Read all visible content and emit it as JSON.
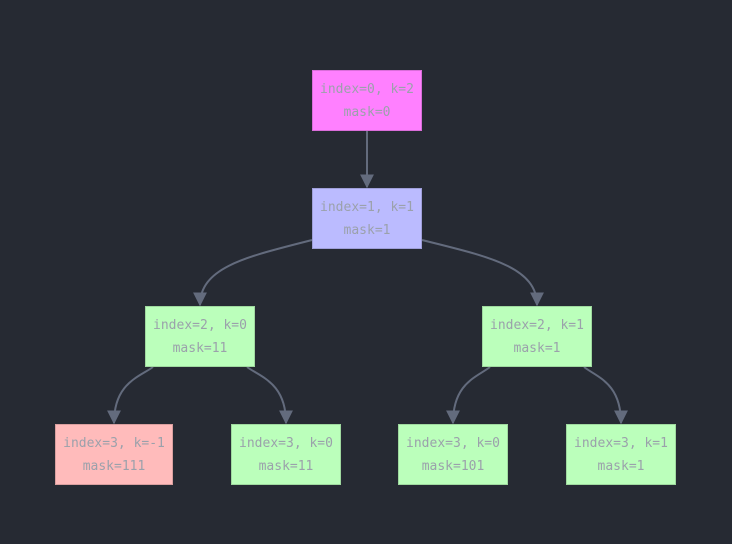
{
  "colors": {
    "background": "#262a33",
    "edge": "#636b7d",
    "text": "#9ba1ab",
    "root": "#ff80ff",
    "level1": "#bbbbff",
    "ok": "#bbffbb",
    "dead": "#ffbbbb"
  },
  "nodes": [
    {
      "id": "n0",
      "line1": "index=0, k=2",
      "line2": "mask=0",
      "color": "root"
    },
    {
      "id": "n1",
      "line1": "index=1, k=1",
      "line2": "mask=1",
      "color": "level1"
    },
    {
      "id": "n2",
      "line1": "index=2, k=0",
      "line2": "mask=11",
      "color": "ok"
    },
    {
      "id": "n3",
      "line1": "index=2, k=1",
      "line2": "mask=1",
      "color": "ok"
    },
    {
      "id": "n4",
      "line1": "index=3, k=-1",
      "line2": "mask=111",
      "color": "dead"
    },
    {
      "id": "n5",
      "line1": "index=3, k=0",
      "line2": "mask=11",
      "color": "ok"
    },
    {
      "id": "n6",
      "line1": "index=3, k=0",
      "line2": "mask=101",
      "color": "ok"
    },
    {
      "id": "n7",
      "line1": "index=3, k=1",
      "line2": "mask=1",
      "color": "ok"
    }
  ],
  "edges": [
    {
      "from": "n0",
      "to": "n1"
    },
    {
      "from": "n1",
      "to": "n2"
    },
    {
      "from": "n1",
      "to": "n3"
    },
    {
      "from": "n2",
      "to": "n4"
    },
    {
      "from": "n2",
      "to": "n5"
    },
    {
      "from": "n3",
      "to": "n6"
    },
    {
      "from": "n3",
      "to": "n7"
    }
  ]
}
